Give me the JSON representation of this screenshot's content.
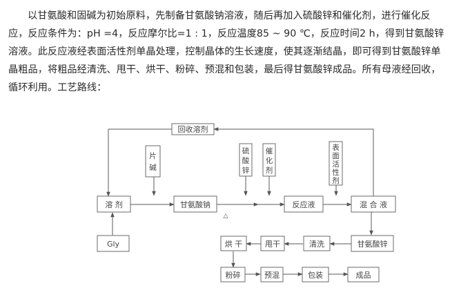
{
  "paragraph": {
    "lines": [
      "以甘氨酸和固碱为初始原料，先制备甘氨酸钠溶液，随后再加入硫酸锌和催化剂，进行催化反",
      "应，反应条件为：pH =4，反应摩尔比=1 : 1，反应温度85 ~ 90 ℃，反应时间2 h，得到甘氨酸锌",
      "溶液。此反应液经表面活性剂单晶处理，控制晶体的生长速度，使其逐渐结晶，即可得到甘氨酸锌单",
      "晶粗品，将粗品经清洗、甩干、烘干、粉碎、预混和包装，最后得甘氨酸锌成品。所有母液经回收，",
      "循环利用。工艺路线："
    ]
  },
  "diagram": {
    "nodes": {
      "recycle": "回收溶剂",
      "solvent": "溶 剂",
      "gly": "Gly",
      "flake_alkali": [
        "片",
        "碱"
      ],
      "sodium_glycinate": "甘氨酸钠",
      "heat_symbol": "△",
      "zinc_sulfate": [
        "硫",
        "酸",
        "锌"
      ],
      "catalyst": [
        "催",
        "化",
        "剂"
      ],
      "reaction_liquid": "反应液",
      "surfactant": [
        "表",
        "面",
        "活",
        "性",
        "剂"
      ],
      "mixed_liquid": "混 合 液",
      "zinc_glycinate": "甘氨酸锌",
      "washing": "清洗",
      "spin_dry": "甩干",
      "oven_dry": "烘 干",
      "crushing": "粉碎",
      "premix": "预混",
      "packaging": "包装",
      "product": "成品"
    }
  }
}
